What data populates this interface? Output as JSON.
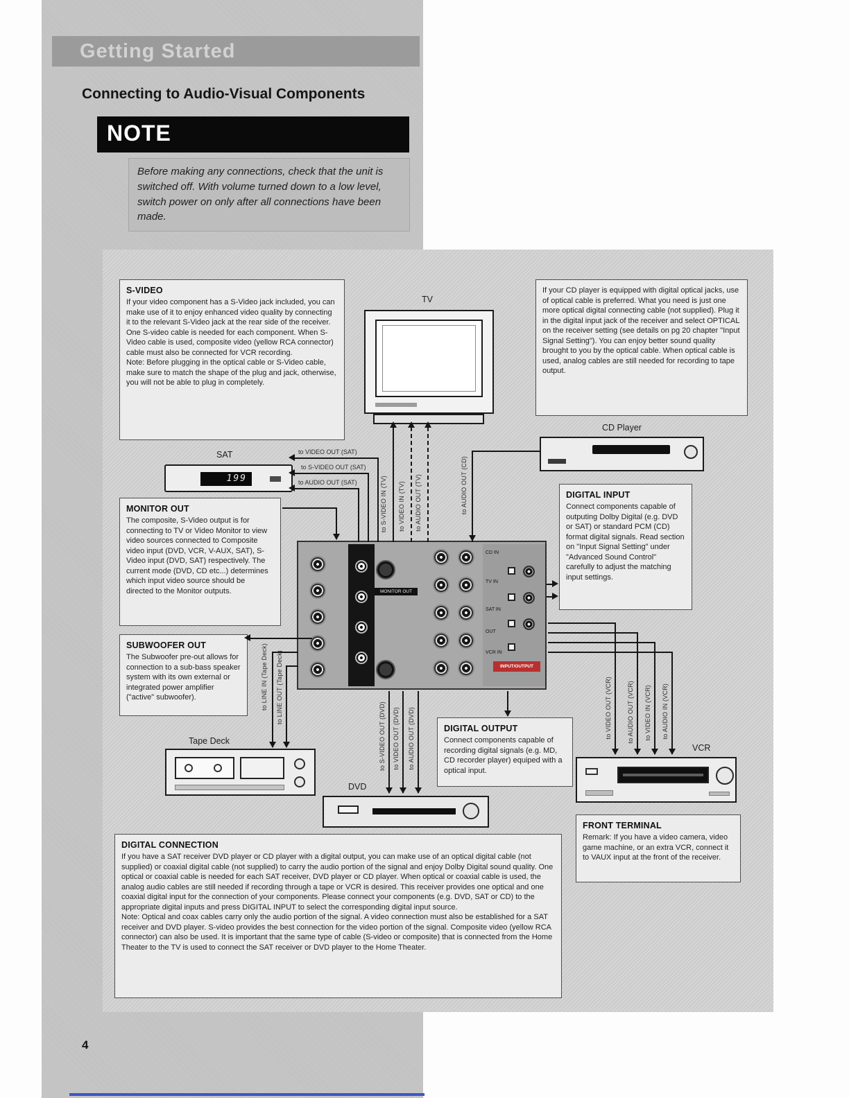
{
  "page": {
    "section_header": "Getting Started",
    "title": "Connecting to Audio-Visual Components",
    "page_number": "4"
  },
  "note": {
    "label": "NOTE",
    "body": "Before making any connections, check that the unit is switched off.  With volume turned down to a low level, switch power on only after all connections have been made."
  },
  "callouts": {
    "s_video": {
      "title": "S-VIDEO",
      "body": "If your video component has a S-Video jack included, you can make use of it to enjoy enhanced video quality by connecting it to the relevant S-Video jack at the rear side of the receiver. One S-video cable is needed for each component. When S-Video cable is used, composite video (yellow RCA connector) cable must also be connected for VCR recording.\nNote: Before plugging in the optical cable or S-Video cable, make sure to match the shape of the plug and jack, otherwise, you will not be able to plug in completely."
    },
    "cd_optical": {
      "body": "If your CD player is equipped with digital optical jacks, use of optical cable is preferred. What you need is just one more optical digital connecting cable  (not supplied). Plug it in the digital input jack of the receiver and select OPTICAL on the receiver setting (see details on pg 20 chapter \"Input Signal Setting\").  You can enjoy better sound quality brought to you by the optical cable. When optical cable is used, analog cables are still needed for recording to tape output."
    },
    "monitor_out": {
      "title": "MONITOR OUT",
      "body": "The composite, S-Video output is for connecting to TV or Video Monitor to view video sources connected to Composite video input (DVD, VCR, V-AUX, SAT), S-Video input (DVD, SAT) respectively. The current mode (DVD, CD etc...) determines which input video source should be directed to the Monitor outputs."
    },
    "subwoofer_out": {
      "title": "SUBWOOFER OUT",
      "body": "The Subwoofer pre-out allows for connection to a sub-bass speaker system with its own external or integrated power amplifier (\"active\" subwoofer)."
    },
    "digital_input": {
      "title": "DIGITAL INPUT",
      "body": "Connect components capable of outputing Dolby Digital (e.g. DVD or SAT) or standard PCM (CD) format digital signals. Read section on \"Input Signal Setting\" under \"Advanced Sound Control\" carefully to adjust the matching input settings."
    },
    "digital_output": {
      "title": "DIGITAL OUTPUT",
      "body": "Connect components capable of recording digital signals (e.g. MD, CD recorder player) equiped with a optical input."
    },
    "digital_connection": {
      "title": "DIGITAL CONNECTION",
      "body": "If you have a SAT receiver DVD player or CD player with a digital output, you can make use of an optical digital cable (not supplied) or coaxial digital cable (not supplied) to carry the audio portion of the signal and enjoy Dolby Digital sound quality. One optical or coaxial cable is needed for each SAT receiver, DVD player or CD player. When optical or coaxial cable is used, the analog audio cables are still needed if recording through a tape or VCR is desired. This receiver provides one optical and one coaxial digital input for the connection of your components. Please connect your components (e.g. DVD, SAT or CD) to the appropriate digital inputs and press DIGITAL INPUT to select the corresponding digital input source.\nNote: Optical and coax cables carry only the audio portion of the signal. A video connection must also be established for a SAT receiver and DVD player. S-video provides the best connection for the video portion of the signal. Composite video (yellow RCA connector) can also be used. It is important that the same type of cable (S-video or composite) that is connected from the Home Theater to the TV is used to connect the SAT receiver or DVD player to the Home Theater."
    },
    "front_terminal": {
      "title": "FRONT TERMINAL",
      "body": "Remark: If you have a video camera, video game machine, or an extra VCR, connect it to VAUX input at the front of the receiver."
    }
  },
  "devices": {
    "tv": {
      "label": "TV"
    },
    "sat": {
      "label": "SAT",
      "display": "199"
    },
    "cd_player": {
      "label": "CD Player"
    },
    "tape_deck": {
      "label": "Tape Deck"
    },
    "dvd": {
      "label": "DVD"
    },
    "vcr": {
      "label": "VCR"
    }
  },
  "receiver_panel": {
    "labels": {
      "monitor_out": "MONITOR OUT",
      "input_output": "INPUT/OUTPUT",
      "cd_in": "CD IN",
      "tv_in": "TV IN",
      "sat_in": "SAT IN",
      "out": "OUT",
      "vcr_in": "VCR IN"
    }
  },
  "cables": {
    "video_out_sat": "to VIDEO OUT (SAT)",
    "s_video_out_sat": "to S-VIDEO OUT (SAT)",
    "audio_out_sat": "to AUDIO OUT (SAT)",
    "s_video_in_tv": "to S-VIDEO IN (TV)",
    "video_in_tv": "to VIDEO IN (TV)",
    "audio_out_tv": "to AUDIO OUT (TV)",
    "audio_out_cd": "to AUDIO OUT (CD)",
    "line_in_tape": "to LINE IN (Tape Deck)",
    "line_out_tape": "to LINE OUT (Tape Deck)",
    "s_video_out_dvd": "to S-VIDEO OUT (DVD)",
    "video_out_dvd": "to VIDEO OUT (DVD)",
    "audio_out_dvd": "to AUDIO OUT (DVD)",
    "video_out_vcr": "to VIDEO OUT (VCR)",
    "audio_out_vcr": "to AUDIO OUT (VCR)",
    "video_in_vcr": "to VIDEO IN (VCR)",
    "audio_in_vcr": "to AUDIO IN (VCR)"
  }
}
